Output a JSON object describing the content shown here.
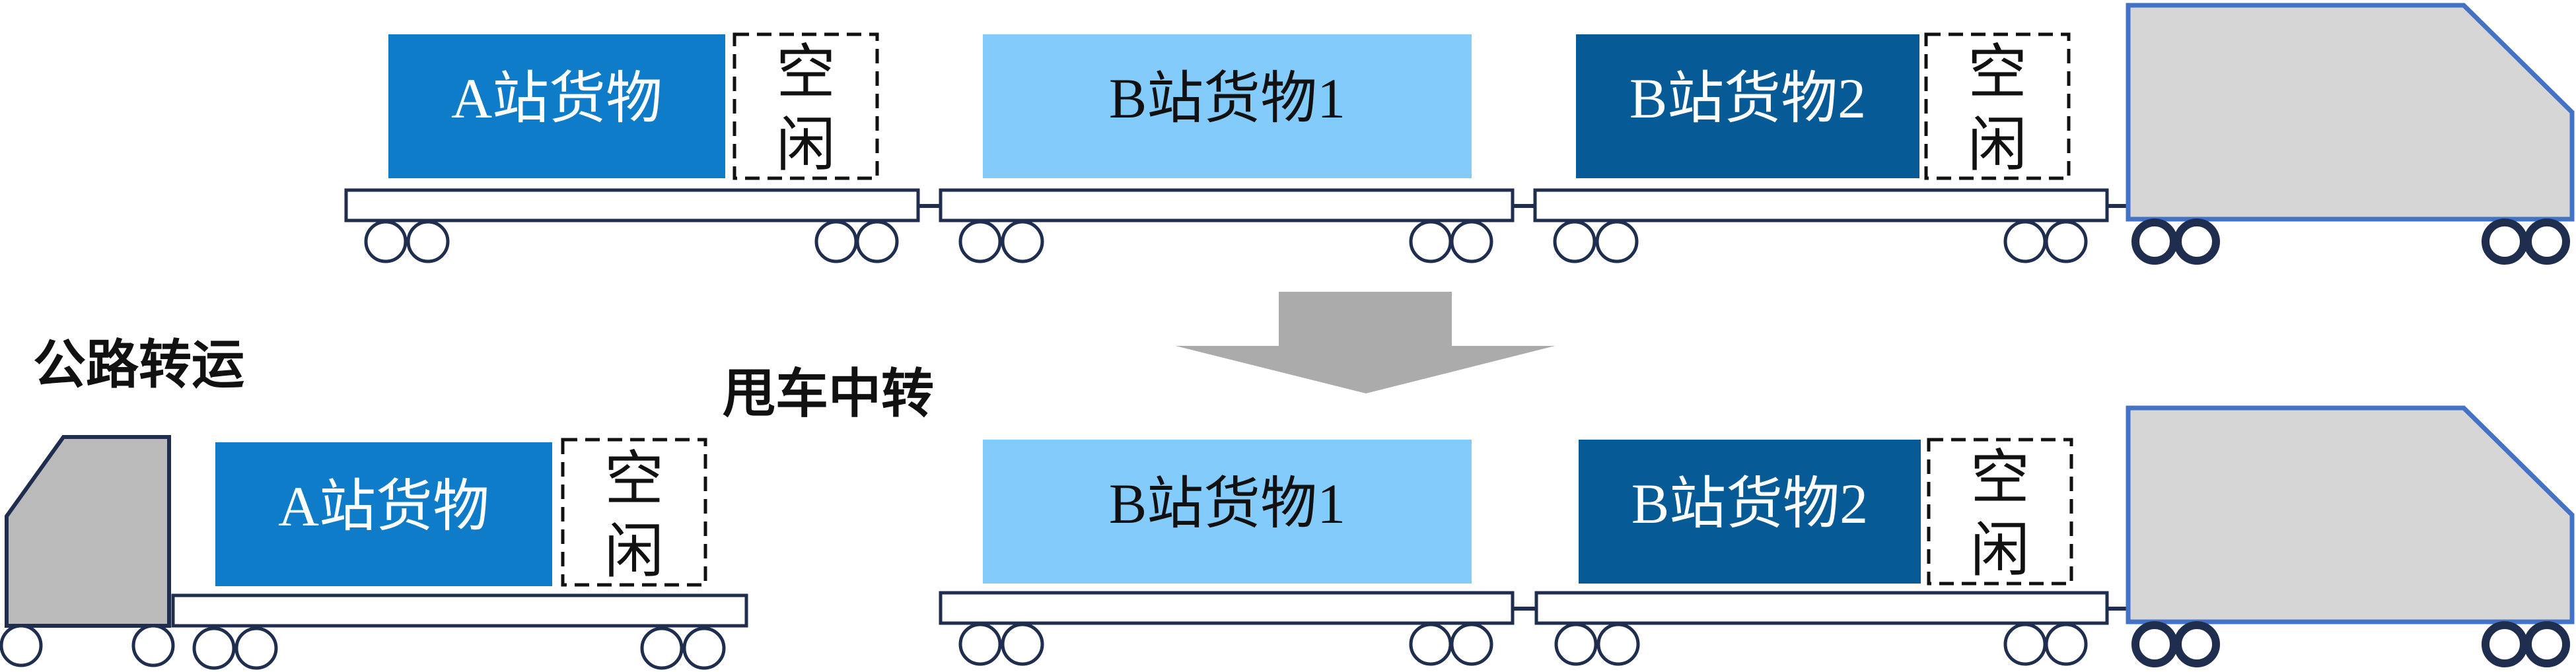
{
  "labels": {
    "road_transfer": "公路转运",
    "drop_trailer": "甩车中转"
  },
  "cargo": {
    "a_station": "A站货物",
    "b_station_1": "B站货物1",
    "b_station_2": "B站货物2"
  },
  "idle": {
    "char1": "空",
    "char2": "闲"
  },
  "colors": {
    "a_cargo": "#0E7CC8",
    "b1_cargo": "#83CBFA",
    "b2_cargo": "#065A95",
    "platform_stroke": "#1F2D4E",
    "truck_fill": "#D6D6D6",
    "truck_stroke": "#4472C4",
    "arrow": "#ABABAB"
  }
}
